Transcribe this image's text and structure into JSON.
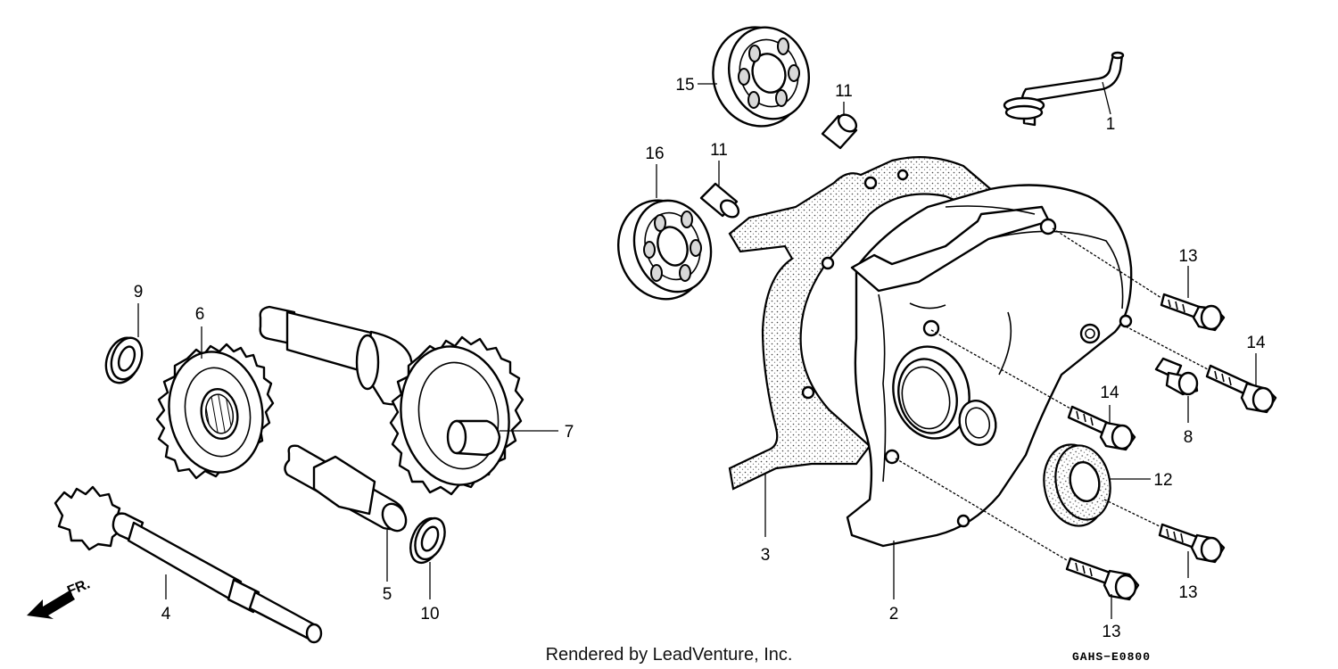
{
  "diagram": {
    "callouts": [
      {
        "id": "1",
        "label": "1"
      },
      {
        "id": "2",
        "label": "2"
      },
      {
        "id": "3",
        "label": "3"
      },
      {
        "id": "4",
        "label": "4"
      },
      {
        "id": "5",
        "label": "5"
      },
      {
        "id": "6",
        "label": "6"
      },
      {
        "id": "7",
        "label": "7"
      },
      {
        "id": "8",
        "label": "8"
      },
      {
        "id": "9",
        "label": "9"
      },
      {
        "id": "10",
        "label": "10"
      },
      {
        "id": "11a",
        "label": "11"
      },
      {
        "id": "11b",
        "label": "11"
      },
      {
        "id": "12",
        "label": "12"
      },
      {
        "id": "13a",
        "label": "13"
      },
      {
        "id": "13b",
        "label": "13"
      },
      {
        "id": "13c",
        "label": "13"
      },
      {
        "id": "14a",
        "label": "14"
      },
      {
        "id": "14b",
        "label": "14"
      },
      {
        "id": "15",
        "label": "15"
      },
      {
        "id": "16",
        "label": "16"
      }
    ],
    "direction_label": "FR.",
    "footer_text": "Rendered by LeadVenture, Inc.",
    "diagram_code": "GAHS−E0800"
  }
}
